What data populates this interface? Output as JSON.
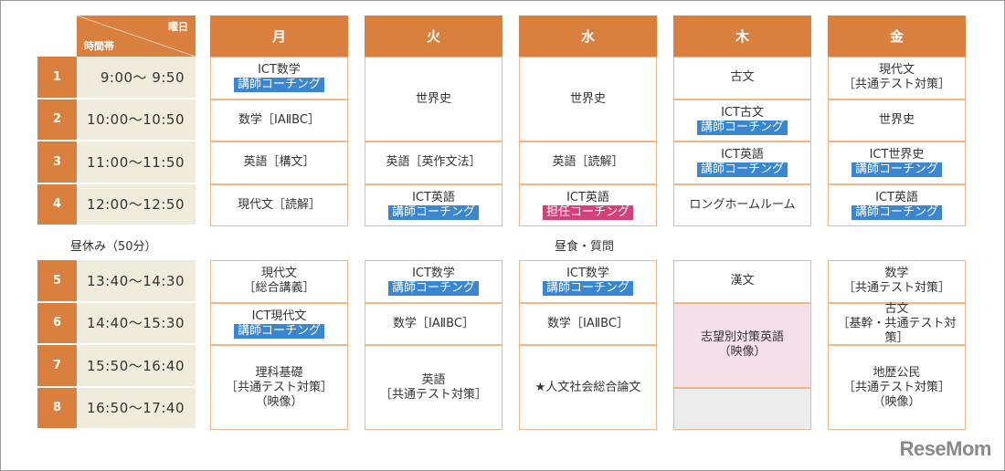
{
  "header": {
    "day_label": "曜日",
    "time_label": "時間帯",
    "days": [
      "月",
      "火",
      "水",
      "木",
      "金"
    ]
  },
  "periods": [
    {
      "num": "1",
      "time": "9:00〜 9:50"
    },
    {
      "num": "2",
      "time": "10:00〜10:50"
    },
    {
      "num": "3",
      "time": "11:00〜11:50"
    },
    {
      "num": "4",
      "time": "12:00〜12:50"
    },
    {
      "num": "5",
      "time": "13:40〜14:30"
    },
    {
      "num": "6",
      "time": "14:40〜15:30"
    },
    {
      "num": "7",
      "time": "15:50〜16:40"
    },
    {
      "num": "8",
      "time": "16:50〜17:40"
    }
  ],
  "lunch": {
    "left": "昼休み（50分）",
    "center": "昼食・質問"
  },
  "colors": {
    "orange": "#d9803f",
    "blue_badge": "#3b86d0",
    "pink_badge": "#d6407a",
    "pink_cell": "#f5dfe8",
    "gray_cell": "#ececec"
  },
  "columns": [
    {
      "cells": [
        {
          "start": 1,
          "span": 1,
          "lines": [
            "ICT数学"
          ],
          "badge": {
            "text": "講師コーチング",
            "color": "blue"
          }
        },
        {
          "start": 2,
          "span": 1,
          "lines": [
            "数学［IAⅡBC］"
          ]
        },
        {
          "start": 3,
          "span": 1,
          "lines": [
            "英語［構文］"
          ]
        },
        {
          "start": 4,
          "span": 1,
          "lines": [
            "現代文［読解］"
          ]
        },
        {
          "start": 5,
          "span": 1,
          "lines": [
            "現代文",
            "［総合講義］"
          ]
        },
        {
          "start": 6,
          "span": 1,
          "lines": [
            "ICT現代文"
          ],
          "badge": {
            "text": "講師コーチング",
            "color": "blue"
          }
        },
        {
          "start": 7,
          "span": 2,
          "lines": [
            "理科基礎",
            "［共通テスト対策］",
            "（映像）"
          ]
        }
      ]
    },
    {
      "cells": [
        {
          "start": 1,
          "span": 2,
          "lines": [
            "世界史"
          ]
        },
        {
          "start": 3,
          "span": 1,
          "lines": [
            "英語［英作文法］"
          ]
        },
        {
          "start": 4,
          "span": 1,
          "lines": [
            "ICT英語"
          ],
          "badge": {
            "text": "講師コーチング",
            "color": "blue"
          }
        },
        {
          "start": 5,
          "span": 1,
          "lines": [
            "ICT数学"
          ],
          "badge": {
            "text": "講師コーチング",
            "color": "blue"
          }
        },
        {
          "start": 6,
          "span": 1,
          "lines": [
            "数学［IAⅡBC］"
          ]
        },
        {
          "start": 7,
          "span": 2,
          "lines": [
            "英語",
            "［共通テスト対策］"
          ]
        }
      ]
    },
    {
      "cells": [
        {
          "start": 1,
          "span": 2,
          "lines": [
            "世界史"
          ]
        },
        {
          "start": 3,
          "span": 1,
          "lines": [
            "英語［読解］"
          ]
        },
        {
          "start": 4,
          "span": 1,
          "lines": [
            "ICT英語"
          ],
          "badge": {
            "text": "担任コーチング",
            "color": "pink"
          }
        },
        {
          "start": 5,
          "span": 1,
          "lines": [
            "ICT数学"
          ],
          "badge": {
            "text": "講師コーチング",
            "color": "blue"
          }
        },
        {
          "start": 6,
          "span": 1,
          "lines": [
            "数学［IAⅡBC］"
          ]
        },
        {
          "start": 7,
          "span": 2,
          "lines": [
            "★人文社会総合論文"
          ]
        }
      ]
    },
    {
      "cells": [
        {
          "start": 1,
          "span": 1,
          "lines": [
            "古文"
          ]
        },
        {
          "start": 2,
          "span": 1,
          "lines": [
            "ICT古文"
          ],
          "badge": {
            "text": "講師コーチング",
            "color": "blue"
          }
        },
        {
          "start": 3,
          "span": 1,
          "lines": [
            "ICT英語"
          ],
          "badge": {
            "text": "講師コーチング",
            "color": "blue"
          }
        },
        {
          "start": 4,
          "span": 1,
          "lines": [
            "ロングホームルーム"
          ]
        },
        {
          "start": 5,
          "span": 1,
          "lines": [
            "漢文"
          ]
        },
        {
          "start": 6,
          "span": 2,
          "lines": [
            "志望別対策英語",
            "（映像）"
          ],
          "bg": "pink"
        },
        {
          "start": 8,
          "span": 1,
          "lines": [],
          "bg": "gray"
        }
      ]
    },
    {
      "cells": [
        {
          "start": 1,
          "span": 1,
          "lines": [
            "現代文",
            "［共通テスト対策］"
          ]
        },
        {
          "start": 2,
          "span": 1,
          "lines": [
            "世界史"
          ]
        },
        {
          "start": 3,
          "span": 1,
          "lines": [
            "ICT世界史"
          ],
          "badge": {
            "text": "講師コーチング",
            "color": "blue"
          }
        },
        {
          "start": 4,
          "span": 1,
          "lines": [
            "ICT英語"
          ],
          "badge": {
            "text": "講師コーチング",
            "color": "blue"
          }
        },
        {
          "start": 5,
          "span": 1,
          "lines": [
            "数学",
            "［共通テスト対策］"
          ]
        },
        {
          "start": 6,
          "span": 1,
          "lines": [
            "古文",
            "［基幹・共通テスト対策］"
          ]
        },
        {
          "start": 7,
          "span": 2,
          "lines": [
            "地歴公民",
            "［共通テスト対策］",
            "（映像）"
          ]
        }
      ]
    }
  ],
  "logo": "ReseMom"
}
